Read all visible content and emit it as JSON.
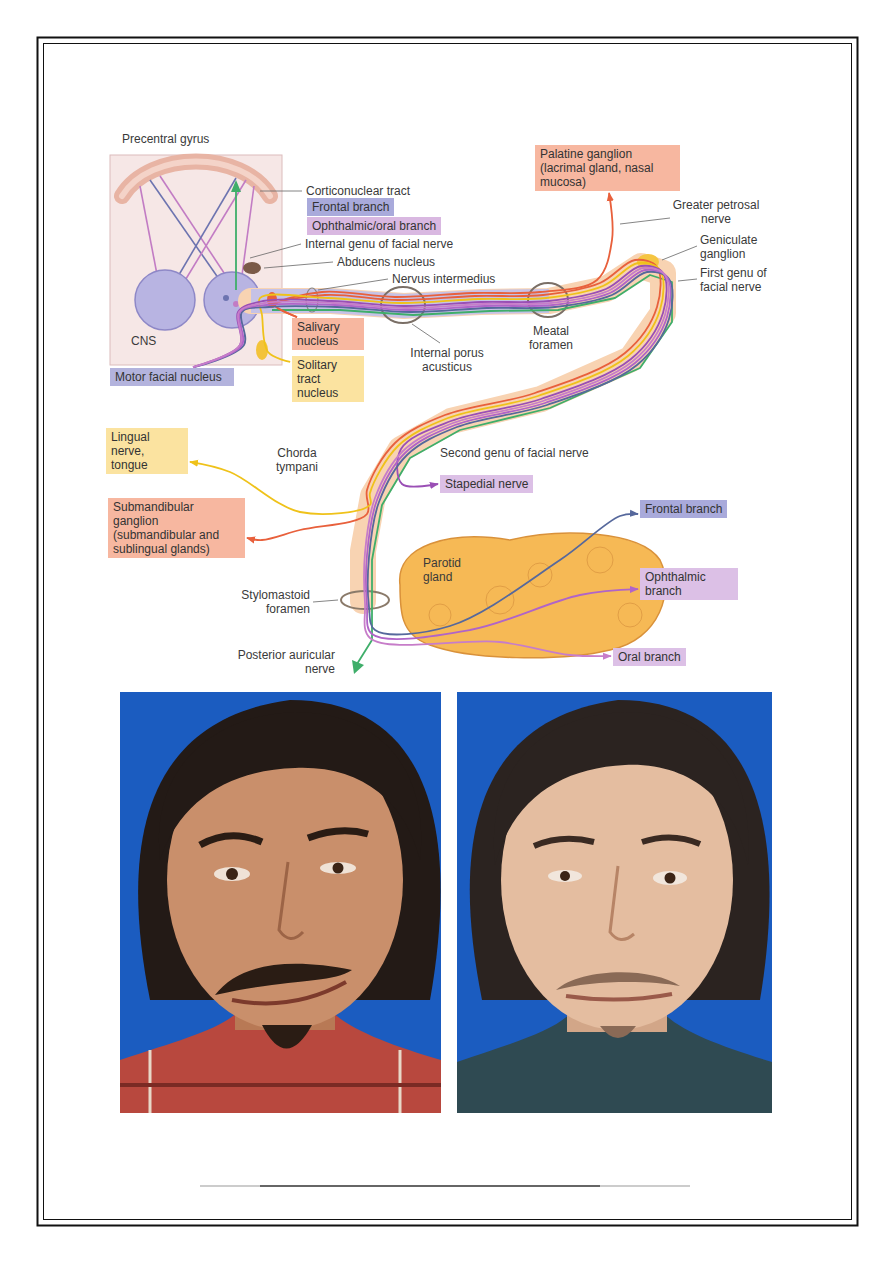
{
  "diagram": {
    "nodes": [
      {
        "text": [
          "Palatine ganglion (lacrimal gland, nasal mucosa)"
        ]
      },
      {
        "text": [
          "Frontal branch"
        ]
      },
      {
        "text": [
          "Ophthalmic/oral branch"
        ]
      },
      {
        "text": [
          "Salivary nucleus"
        ]
      },
      {
        "text": [
          "Solitary tract nucleus"
        ]
      },
      {
        "text": [
          "Motor facial nucleus"
        ]
      },
      {
        "text": [
          "Lingual nerve, tongue"
        ]
      },
      {
        "text": [
          "Stapedial nerve"
        ]
      },
      {
        "text": [
          "Submandibular ganglion (submandibular and sublingual glands)"
        ]
      },
      {
        "text": [
          "Frontal branch"
        ]
      },
      {
        "text": [
          "Ophthalmic branch"
        ]
      },
      {
        "text": [
          "Oral branch"
        ]
      }
    ],
    "edges": [
      {
        "from": 3,
        "to": 0,
        "arrow": "to"
      },
      {
        "from": 3,
        "to": 8,
        "arrow": "to"
      },
      {
        "from": 4,
        "to": 6,
        "arrow": "to"
      },
      {
        "from": 5,
        "to": 7,
        "arrow": "to"
      },
      {
        "from": 5,
        "to": 9,
        "arrow": "to"
      },
      {
        "from": 5,
        "to": 10,
        "arrow": "to"
      },
      {
        "from": 5,
        "to": 11,
        "arrow": "to"
      }
    ],
    "labels": [
      "Precentral gyrus",
      "Corticonuclear tract",
      "Internal genu of facial nerve",
      "Abducens nucleus",
      "Nervus intermedius",
      "CNS",
      "Internal porus acusticus",
      "Meatal foramen",
      "Greater petrosal nerve",
      "Geniculate ganglion",
      "First genu of facial nerve",
      "Second genu of facial nerve",
      "Chorda tympani",
      "Parotid gland",
      "Stylomastoid foramen",
      "Posterior auricular nerve"
    ]
  }
}
